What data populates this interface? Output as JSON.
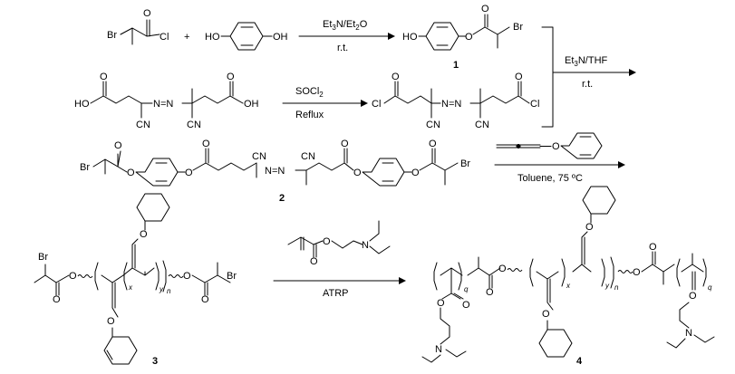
{
  "atoms": {
    "br": "Br",
    "cl": "Cl",
    "o": "O",
    "ho": "HO",
    "oh": "OH",
    "cn": "CN",
    "nn": "N=N",
    "n": "N"
  },
  "symbols": {
    "plus": "+"
  },
  "subscripts": {
    "x": "x",
    "y": "y",
    "n": "n",
    "q": "q"
  },
  "conditions": {
    "step1_top": "Et3N/Et2O",
    "step1_bottom": "r.t.",
    "step2_top": "SOCl2",
    "step2_bottom": "Reflux",
    "step3_top": "Et3N/THF",
    "step3_bottom": "r.t.",
    "step4_bottom": "Toluene, 75 ºC",
    "step5_bottom": "ATRP"
  },
  "compounds": {
    "c1": "1",
    "c2": "2",
    "c3": "3",
    "c4": "4"
  }
}
